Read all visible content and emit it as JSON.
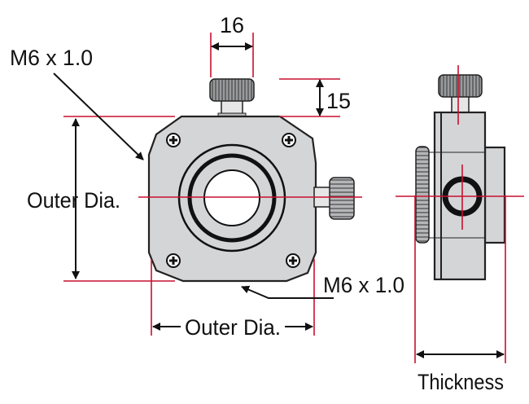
{
  "labels": {
    "knob_width": "16",
    "knob_height": "15",
    "thread_top": "M6 x 1.0",
    "thread_bottom": "M6 x 1.0",
    "outer_dia_vertical": "Outer Dia.",
    "outer_dia_horizontal": "Outer Dia.",
    "thickness": "Thickness"
  },
  "colors": {
    "dimension_line": "#c8102e",
    "body": "#d4d5d7"
  }
}
